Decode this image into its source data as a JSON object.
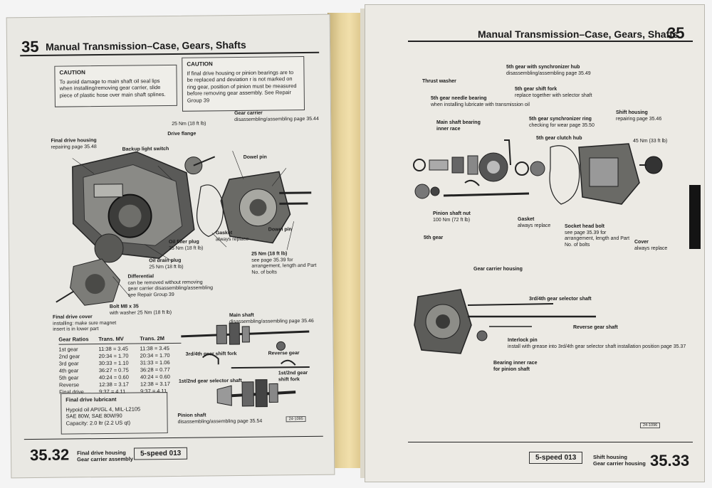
{
  "left_page": {
    "header_number": "35",
    "header_title": "Manual Transmission–Case, Gears, Shafts",
    "caution_1": {
      "title": "CAUTION",
      "text": "To avoid damage to main shaft oil seal lips when installing/removing gear carrier, slide piece of plastic hose over main shaft splines."
    },
    "caution_2": {
      "title": "CAUTION",
      "text": "If final drive housing or pinion bearings are to be replaced and deviation r is not marked on ring gear, position of pinion must be measured before removing gear assembly. See Repair Group 39"
    },
    "labels": {
      "torque_25_top": "25 Nm (18 ft lb)",
      "gear_carrier_title": "Gear carrier",
      "gear_carrier_sub": "disassembling/assembling page 35.44",
      "drive_flange": "Drive flange",
      "final_drive_housing_title": "Final drive housing",
      "final_drive_housing_sub": "repairing page 35.48",
      "backup_light_switch": "Backup light switch",
      "dowel_pin_top": "Dowel pin",
      "gasket_title": "Gasket",
      "gasket_sub": "always replace",
      "dowel_pin_bottom": "Dowel pin",
      "oil_filler_plug_title": "Oil filler plug",
      "oil_filler_plug_sub": "25 Nm (18 ft lb)",
      "oil_drain_plug_title": "Oil drain plug",
      "oil_drain_plug_sub": "25 Nm (18 ft lb)",
      "torque_25_bolts_title": "25 Nm (18 ft lb)",
      "torque_25_bolts_sub": "see page 35.39 for arrangement, length and Part No. of bolts",
      "differential_title": "Differential",
      "differential_sub": "can be removed without removing gear carrier disassembling/assembling see Repair Group 39",
      "bolt_m8_title": "Bolt M8 x 35",
      "bolt_m8_sub": "with washer 25 Nm (18 ft lb)",
      "final_drive_cover_title": "Final drive cover",
      "final_drive_cover_sub": "installing: make sure magnet insert is in lower part",
      "main_shaft_title": "Main shaft",
      "main_shaft_sub": "disassembling/assembling page 35.46",
      "shift_fork_34": "3rd/4th gear shift fork",
      "reverse_gear": "Reverse gear",
      "selector_shaft_12": "1st/2nd gear selector shaft",
      "shift_fork_12": "1st/2nd gear shift fork",
      "pinion_shaft_title": "Pinion shaft",
      "pinion_shaft_sub": "disassembling/assembling page 35.54"
    },
    "gear_ratios": {
      "headers": [
        "Gear Ratios",
        "Trans. MV",
        "Trans. 2M"
      ],
      "rows": [
        [
          "1st gear",
          "11:38 = 3.45",
          "11:38 = 3.45"
        ],
        [
          "2nd gear",
          "20:34 = 1.70",
          "20:34 = 1.70"
        ],
        [
          "3rd gear",
          "30:33 = 1.10",
          "31:33 = 1.06"
        ],
        [
          "4th gear",
          "36:27 = 0.75",
          "36:28 = 0.77"
        ],
        [
          "5th gear",
          "40:24 = 0.60",
          "40:24 = 0.60"
        ],
        [
          "Reverse",
          "12:38 = 3.17",
          "12:38 = 3.17"
        ],
        [
          "Final drive",
          "9:37 = 4.11",
          "9:37 = 4.11"
        ]
      ]
    },
    "lubricant": {
      "title": "Final drive lubricant",
      "lines": [
        "Hypoid oil API/GL 4, MIL-L2105",
        "SAE 80W, SAE 80W/90",
        "Capacity: 2.0 ltr (2.2 US qt)"
      ]
    },
    "figure_code": "24-1095",
    "footer_number": "35.32",
    "footer_desc": [
      "Final drive housing",
      "Gear carrier assembly"
    ],
    "footer_speed": "5-speed 013"
  },
  "right_page": {
    "header_title": "Manual Transmission–Case, Gears, Shafts",
    "header_number": "35",
    "labels": {
      "fifth_sync_hub_title": "5th gear with synchronizer hub",
      "fifth_sync_hub_sub": "disassembling/assembling page 35.49",
      "thrust_washer": "Thrust washer",
      "fifth_shift_fork_title": "5th gear shift fork",
      "fifth_shift_fork_sub": "replace together with selector shaft",
      "needle_bearing_title": "5th gear needle bearing",
      "needle_bearing_sub": "when installing lubricate with transmission oil",
      "shift_housing_title": "Shift housing",
      "shift_housing_sub": "repairing page 35.46",
      "sync_ring_title": "5th gear synchronizer ring",
      "sync_ring_sub": "checking for wear page 35.50",
      "main_race_title": "Main shaft bearing",
      "main_race_sub": "inner race",
      "clutch_hub": "5th gear clutch hub",
      "torque_45": "45 Nm (33 ft lb)",
      "pinion_nut_title": "Pinion shaft nut",
      "pinion_nut_sub": "100 Nm (72 ft lb)",
      "gasket_title": "Gasket",
      "gasket_sub": "always replace",
      "socket_bolt_title": "Socket head bolt",
      "socket_bolt_sub": "see page 35.39 for arrangement, length and Part No. of bolts",
      "cover_title": "Cover",
      "cover_sub": "always replace",
      "fifth_gear": "5th gear",
      "gear_carrier_housing": "Gear carrier housing",
      "selector_shaft_34": "3rd/4th gear selector shaft",
      "reverse_gear_shaft": "Reverse gear shaft",
      "interlock_pin_title": "Interlock pin",
      "interlock_pin_sub": "install with grease into 3rd/4th gear selector shaft installation position page 35.37",
      "bearing_race_title": "Bearing inner race",
      "bearing_race_sub": "for pinion shaft"
    },
    "figure_code": "24-1096",
    "footer_speed": "5-speed 013",
    "footer_desc": [
      "Shift housing",
      "Gear carrier housing"
    ],
    "footer_number": "35.33"
  }
}
